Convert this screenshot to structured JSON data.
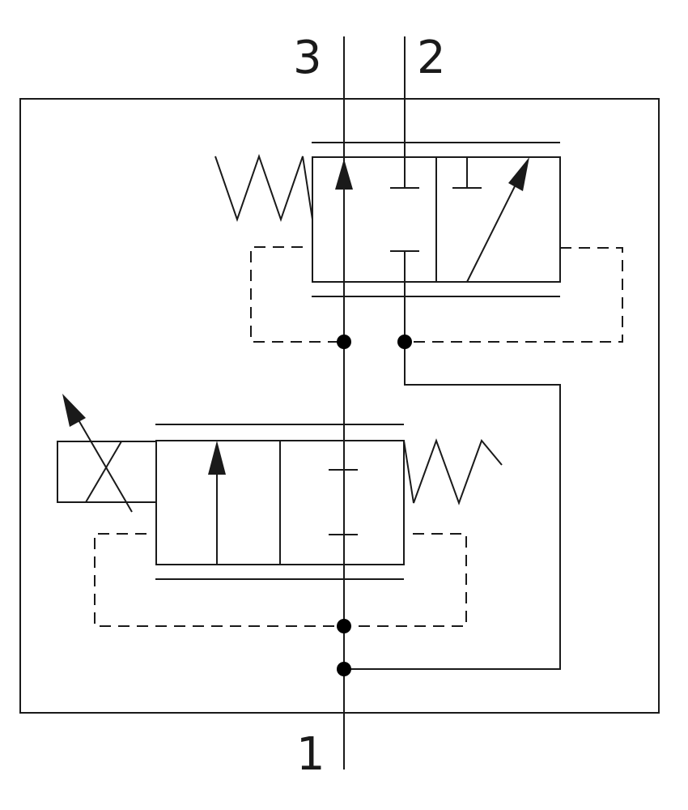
{
  "ports": {
    "p1": "1",
    "p2": "2",
    "p3": "3"
  },
  "colors": {
    "line": "#1a1a1a",
    "background": "#ffffff"
  },
  "symbols": [
    "enclosure-box",
    "upper-two-position-valve",
    "lower-two-position-valve-with-variable-solenoid",
    "spring",
    "pilot-dashed-lines",
    "junction-dots"
  ]
}
